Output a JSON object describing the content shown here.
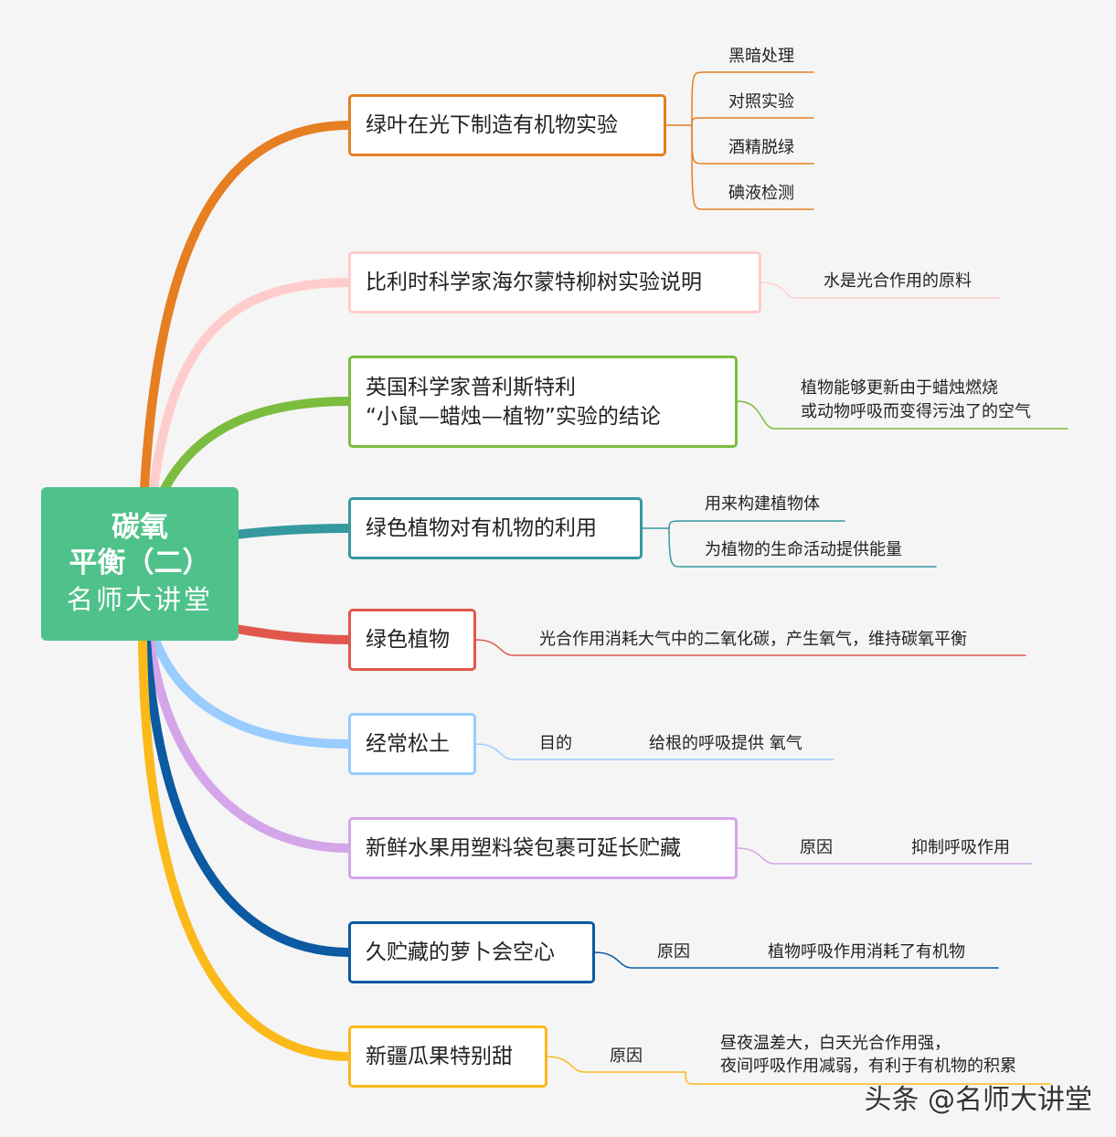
{
  "root": {
    "line1": "碳氧",
    "line2": "平衡（二）",
    "line3": "名师大讲堂"
  },
  "colors": {
    "orange": "#e67e22",
    "pink": "#ffcccc",
    "green": "#7cbc3f",
    "teal": "#35999f",
    "red": "#e2574c",
    "lightblue": "#99ccff",
    "violet": "#d4a5e8",
    "navy": "#0b5aa2",
    "yellow": "#fbb91a"
  },
  "topics": [
    {
      "lines": [
        "绿叶在光下制造有机物实验"
      ]
    },
    {
      "lines": [
        "比利时科学家海尔蒙特柳树实验说明"
      ]
    },
    {
      "lines": [
        "英国科学家普利斯特利",
        "“小鼠—蜡烛—植物”实验的结论"
      ]
    },
    {
      "lines": [
        "绿色植物对有机物的利用"
      ]
    },
    {
      "lines": [
        "绿色植物"
      ]
    },
    {
      "lines": [
        "经常松土"
      ]
    },
    {
      "lines": [
        "新鲜水果用塑料袋包裹可延长贮藏"
      ]
    },
    {
      "lines": [
        "久贮藏的萝卜会空心"
      ]
    },
    {
      "lines": [
        "新疆瓜果特别甜"
      ]
    }
  ],
  "leaves": [
    "黑暗处理",
    "对照实验",
    "酒精脱绿",
    "碘液检测",
    "水是光合作用的原料",
    "植物能够更新由于蜡烛燃烧",
    "或动物呼吸而变得污浊了的空气",
    "用来构建植物体",
    "为植物的生命活动提供能量",
    "光合作用消耗大气中的二氧化碳，产生氧气，维持碳氧平衡",
    "目的",
    "给根的呼吸提供  氧气",
    "原因",
    "抑制呼吸作用",
    "原因",
    "植物呼吸作用消耗了有机物",
    "原因",
    "昼夜温差大，白天光合作用强，",
    "夜间呼吸作用减弱，有利于有机物的积累"
  ],
  "watermark": "头条 @名师大讲堂"
}
